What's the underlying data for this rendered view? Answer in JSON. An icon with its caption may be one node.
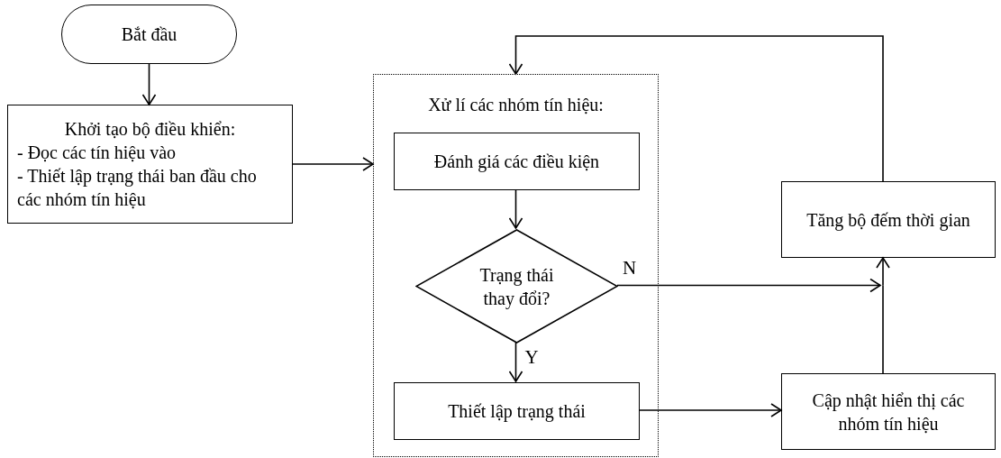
{
  "diagram": {
    "nodes": [
      {
        "text": [
          "Bắt đầu"
        ]
      },
      {
        "text": [
          "Khởi tạo bộ điều khiển:",
          "- Đọc các tín hiệu vào",
          "- Thiết lập trạng thái ban đầu cho các nhóm tín hiệu"
        ]
      },
      {
        "text": [
          "Xử lí các nhóm tín hiệu:"
        ]
      },
      {
        "text": [
          "Đánh giá các điều kiện"
        ],
        "in": 2
      },
      {
        "text": [
          "Trạng thái thay đổi?"
        ],
        "in": 2
      },
      {
        "text": [
          "Thiết lập trạng thái"
        ],
        "in": 2
      },
      {
        "text": [
          "Tăng bộ đếm thời gian"
        ]
      },
      {
        "text": [
          "Cập nhật hiển thị các nhóm tín hiệu"
        ]
      }
    ],
    "edges": [
      {
        "from": 0,
        "to": 1,
        "arrow": "to"
      },
      {
        "from": 1,
        "to": 2,
        "arrow": "to"
      },
      {
        "from": 3,
        "to": 4,
        "arrow": "to"
      },
      {
        "from": 4,
        "to": 5,
        "arrow": "to",
        "label": "Y"
      },
      {
        "from": 4,
        "to": 6,
        "arrow": "to",
        "label": "N"
      },
      {
        "from": 5,
        "to": 7,
        "arrow": "to"
      },
      {
        "from": 7,
        "to": 6,
        "arrow": "to"
      },
      {
        "from": 6,
        "to": 2,
        "arrow": "to"
      }
    ]
  }
}
